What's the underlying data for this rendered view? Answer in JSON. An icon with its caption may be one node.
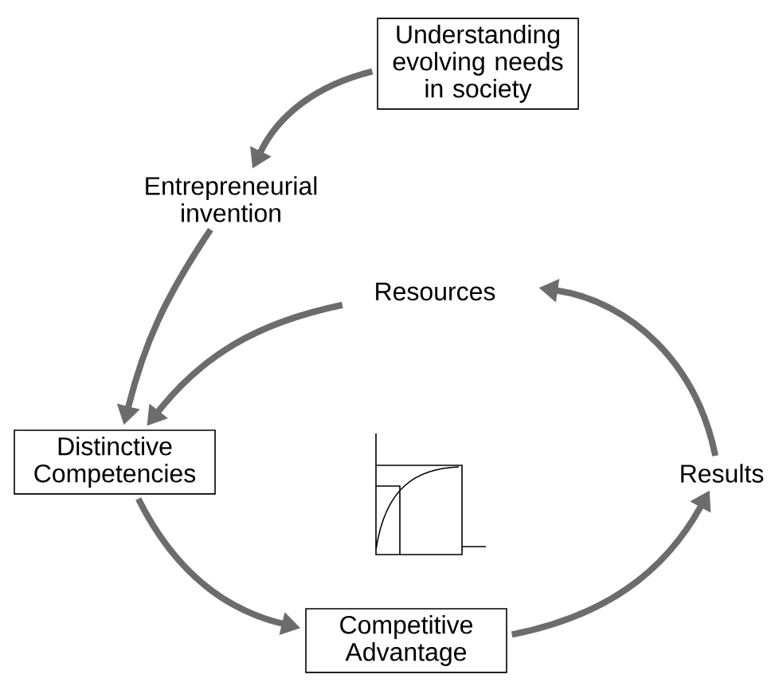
{
  "diagram": {
    "nodes": [
      {
        "text": [
          "Understanding evolving needs in society"
        ]
      },
      {
        "text": [
          "Entrepreneurial invention"
        ]
      },
      {
        "text": [
          "Resources"
        ]
      },
      {
        "text": [
          "Distinctive Competencies"
        ]
      },
      {
        "text": [
          "Results"
        ]
      },
      {
        "text": [
          "Competitive Advantage"
        ]
      }
    ],
    "edges": [
      {
        "from": 0,
        "to": 1,
        "arrow": "to"
      },
      {
        "from": 1,
        "to": 3,
        "arrow": "to"
      },
      {
        "from": 2,
        "to": 3,
        "arrow": "to"
      },
      {
        "from": 3,
        "to": 5,
        "arrow": "to"
      },
      {
        "from": 5,
        "to": 4,
        "arrow": "to"
      },
      {
        "from": 4,
        "to": 2,
        "arrow": "to"
      }
    ]
  }
}
